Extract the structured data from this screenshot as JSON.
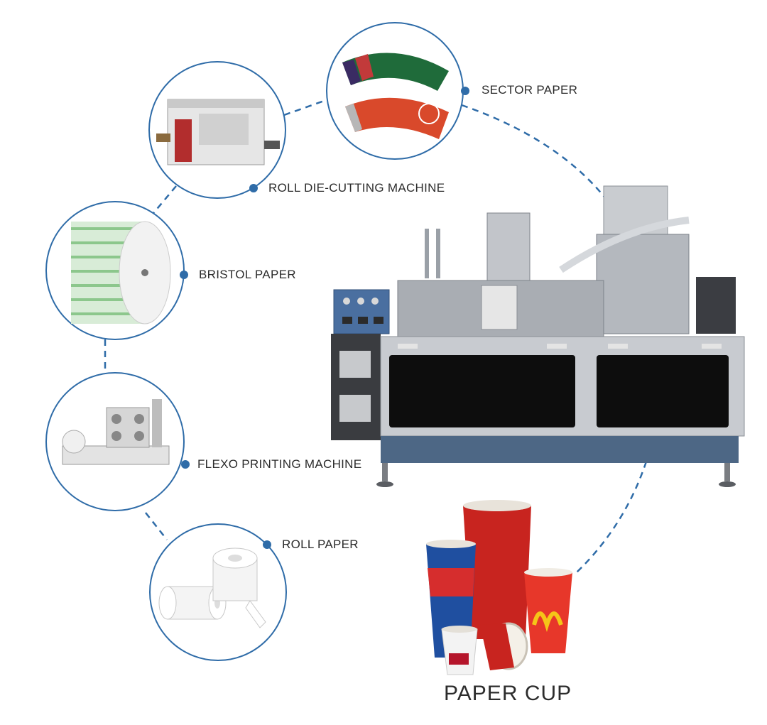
{
  "labels": {
    "sector_paper": "SECTOR PAPER",
    "roll_die_cutting": "ROLL DIE-CUTTING MACHINE",
    "bristol_paper": "BRISTOL PAPER",
    "flexo_printing": "FLEXO PRINTING MACHINE",
    "roll_paper": "ROLL PAPER",
    "paper_cup": "PAPER CUP"
  },
  "colors": {
    "accent": "#2f6ca8",
    "text": "#2c2c2c"
  },
  "icons": [
    "sector-paper-icon",
    "roll-die-cutting-machine-icon",
    "bristol-paper-roll-icon",
    "flexo-printing-machine-icon",
    "roll-paper-icon",
    "paper-cup-machine-icon",
    "paper-cups-icon"
  ]
}
